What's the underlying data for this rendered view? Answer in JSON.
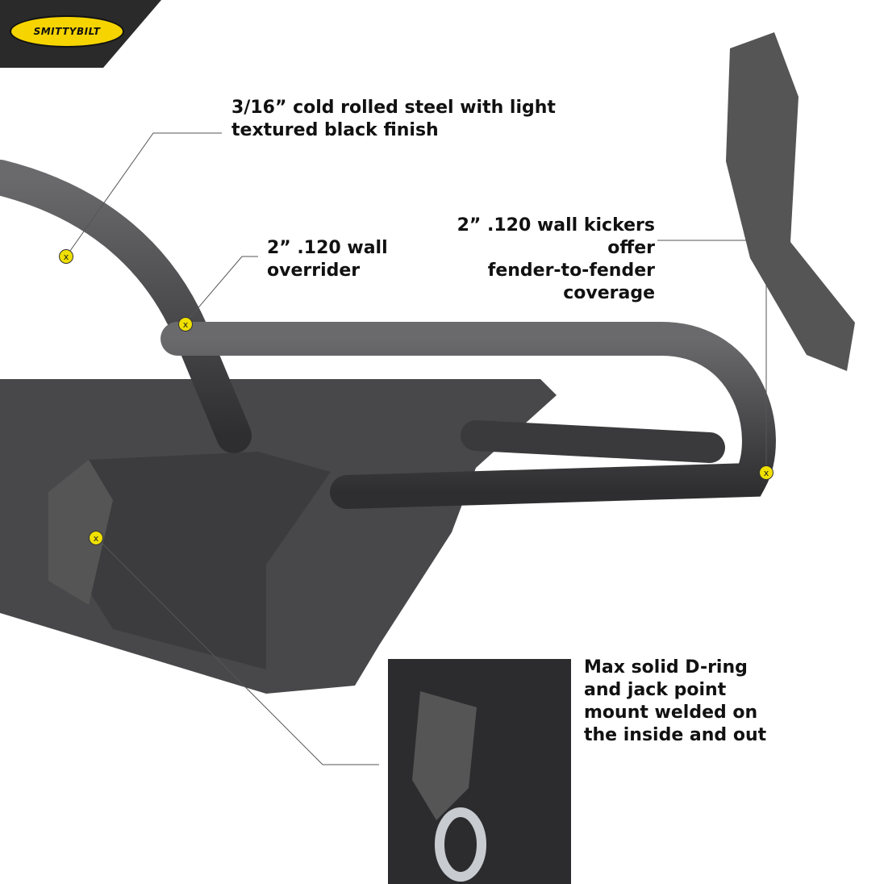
{
  "brand": {
    "logo_text": "SMITTYBILT"
  },
  "callouts": [
    {
      "text_line1": "3/16” cold rolled steel with light",
      "text_line2": "textured black finish"
    },
    {
      "text_line1": "2” .120 wall",
      "text_line2": "overrider"
    },
    {
      "text_line1": "2” .120 wall kickers offer",
      "text_line2": "fender-to-fender coverage"
    },
    {
      "text_line1": "Max solid D-ring",
      "text_line2": "and jack point",
      "text_line3": "mount welded on",
      "text_line4": "the inside and out"
    }
  ],
  "marker_symbol": "x",
  "colors": {
    "accent": "#f0e000",
    "steel": "#4a4a4c"
  }
}
